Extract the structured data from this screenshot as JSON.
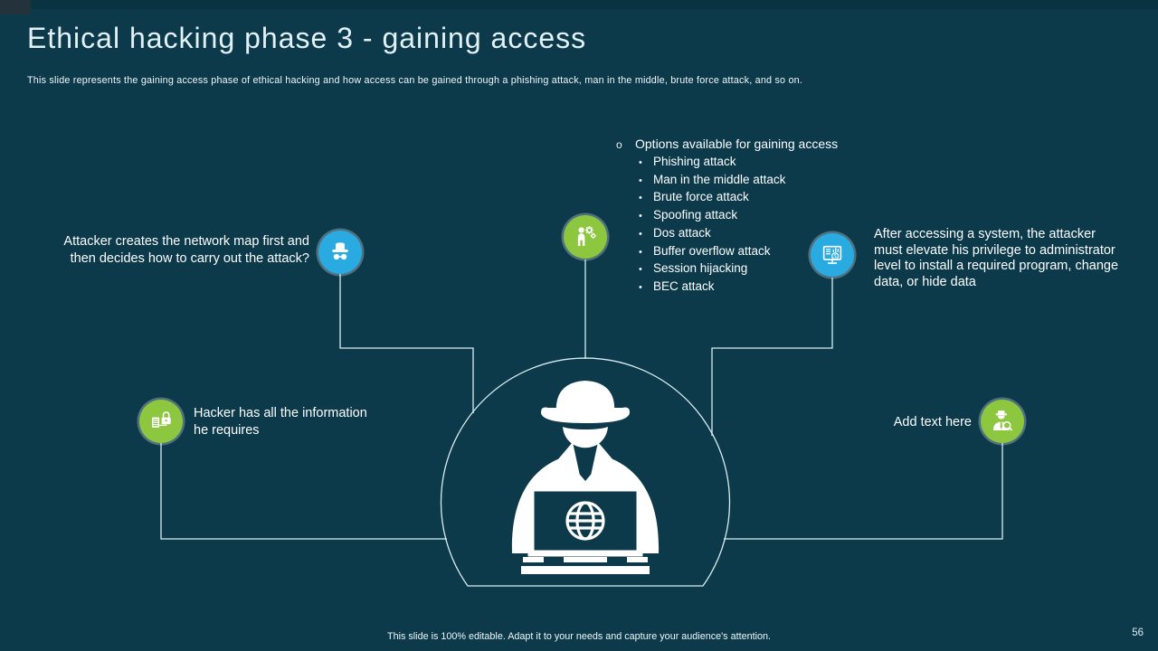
{
  "slide": {
    "title": "Ethical hacking phase 3 - gaining access",
    "subtitle": "This slide represents the gaining access phase of ethical hacking and how access can be gained through a phishing attack, man in the middle,  brute force attack, and so on.",
    "footer": "This slide is 100% editable.  Adapt it to your needs and capture your audience's attention.",
    "page_number": "56"
  },
  "options": {
    "heading": "Options available for gaining access",
    "items": [
      "Phishing attack",
      "Man in the middle attack",
      "Brute force attack",
      "Spoofing attack",
      "Dos attack",
      "Buffer overflow attack",
      "Session hijacking",
      "BEC attack"
    ]
  },
  "nodes": {
    "network_map": {
      "text": "Attacker creates the network map first and then decides how to carry out the attack?",
      "icon": "spy-hat-glasses-icon",
      "color": "#29abe2"
    },
    "options_node": {
      "icon": "person-gears-icon",
      "color": "#8dc63f"
    },
    "privilege": {
      "text": "After accessing a system, the attacker must elevate his privilege to administrator level to install a required program, change data, or hide data",
      "icon": "monitor-finance-icon",
      "color": "#29abe2"
    },
    "information": {
      "text": "Hacker has all the information he requires",
      "icon": "document-lock-icon",
      "color": "#8dc63f"
    },
    "add_text": {
      "text": "Add text here",
      "icon": "detective-search-icon",
      "color": "#8dc63f"
    },
    "center": {
      "icon": "hacker-laptop-icon"
    }
  },
  "colors": {
    "background": "#0c3a4a",
    "accent_blue": "#29abe2",
    "accent_green": "#8dc63f",
    "connector_line": "#d8edf2",
    "title_text": "#e2f1f5"
  }
}
